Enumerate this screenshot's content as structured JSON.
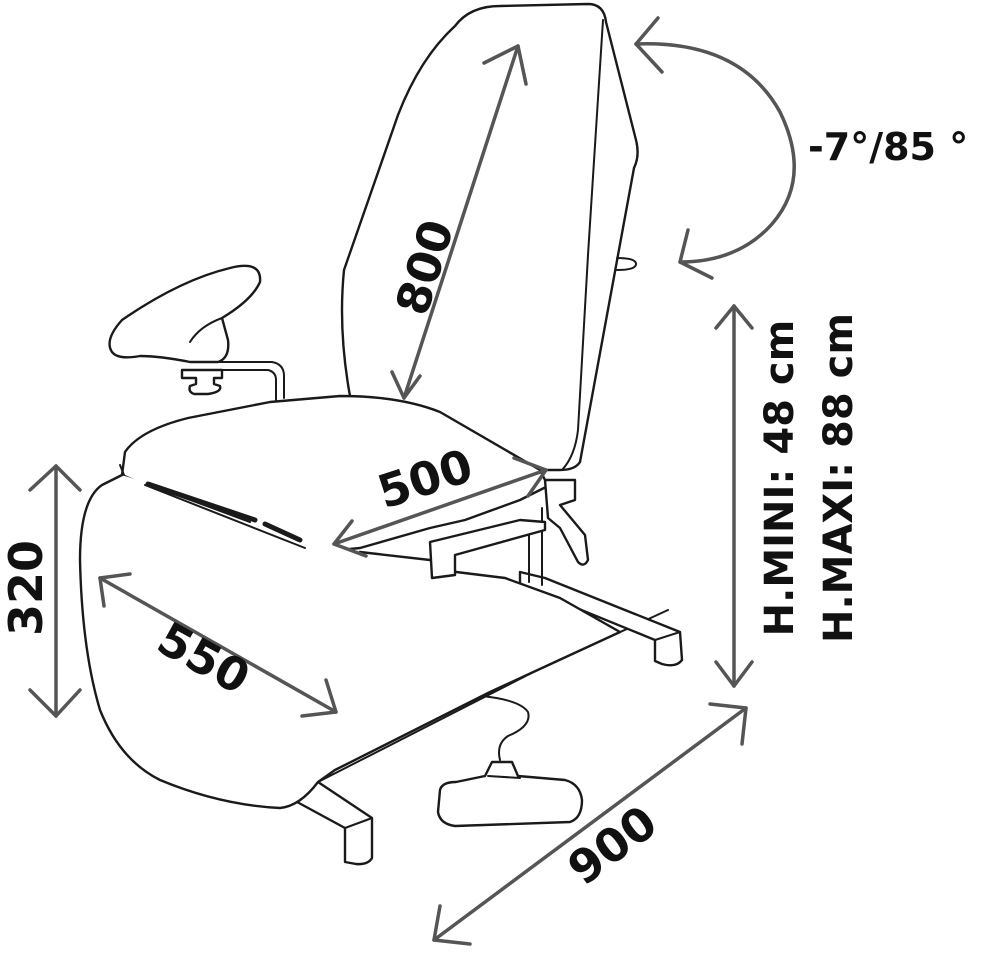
{
  "dimensions": {
    "backrest_length": "800",
    "seat_width": "500",
    "seat_length": "550",
    "seat_side": "320",
    "base_length": "900",
    "backrest_angle": "-7°/85 °",
    "height_min": "H.MINI: 48 cm",
    "height_max": "H.MAXI: 88 cm"
  },
  "colors": {
    "line": "#1a1a1a",
    "dimension_arrow": "#555555",
    "text": "#111111"
  }
}
